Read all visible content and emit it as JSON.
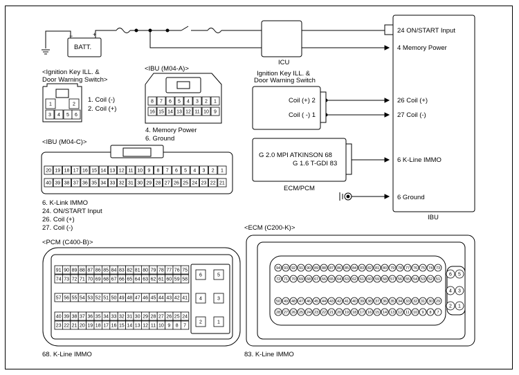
{
  "battery": {
    "label": "BATT."
  },
  "icu": {
    "label": "ICU"
  },
  "ibu": {
    "label": "IBU",
    "pins": [
      "24 ON/START Input",
      "4 Memory Power",
      "26 Coil (+)",
      "27 Coil (-)",
      "6 K-Line IMMO",
      "6 Ground"
    ]
  },
  "warning_switch": {
    "title_line1": "Ignition Key ILL. &",
    "title_line2": "Door Warning Switch",
    "pin_plus": "Coil (+) 2",
    "pin_minus": "Coil ( -) 1"
  },
  "ecm_pcm": {
    "line1": "G 2.0 MPI ATKINSON 68",
    "line2": "G 1.6 T-GDI 83",
    "label": "ECM/PCM"
  },
  "conn_switch": {
    "title_line1": "<Ignition Key ILL. &",
    "title_line2": "Door Warning Switch>",
    "pins": [
      "1",
      "2",
      "3",
      "4",
      "5",
      "6"
    ],
    "legend": [
      "1. Coil (-)",
      "2. Coil (+)"
    ]
  },
  "conn_ibu_a": {
    "title": "<IBU (M04-A)>",
    "row1": [
      "8",
      "7",
      "6",
      "5",
      "4",
      "3",
      "2",
      "1"
    ],
    "row2": [
      "16",
      "15",
      "14",
      "13",
      "12",
      "11",
      "10",
      "9"
    ],
    "legend": [
      "4. Memory Power",
      "6. Ground"
    ]
  },
  "conn_ibu_c": {
    "title": "<IBU (M04-C)>",
    "row1": [
      "20",
      "19",
      "18",
      "17",
      "16",
      "15",
      "14",
      "13",
      "12",
      "11",
      "10",
      "9",
      "8",
      "7",
      "6",
      "5",
      "4",
      "3",
      "2",
      "1"
    ],
    "row2": [
      "40",
      "39",
      "38",
      "37",
      "36",
      "35",
      "34",
      "33",
      "32",
      "31",
      "30",
      "29",
      "28",
      "27",
      "26",
      "25",
      "24",
      "23",
      "22",
      "21"
    ],
    "legend": [
      "6. K-Link IMMO",
      "24. ON/START Input",
      "26. Coil (+)",
      "27. Coil (-)"
    ]
  },
  "conn_pcm": {
    "title": "<PCM (C400-B)>",
    "rows": [
      [
        "91",
        "90",
        "89",
        "88",
        "87",
        "86",
        "85",
        "84",
        "83",
        "82",
        "81",
        "80",
        "79",
        "78",
        "77",
        "76",
        "75"
      ],
      [
        "74",
        "73",
        "72",
        "71",
        "70",
        "69",
        "68",
        "67",
        "66",
        "65",
        "64",
        "63",
        "62",
        "61",
        "60",
        "59",
        "58"
      ],
      [
        "57",
        "56",
        "55",
        "54",
        "53",
        "52",
        "51",
        "50",
        "49",
        "48",
        "47",
        "46",
        "45",
        "44",
        "43",
        "42",
        "41"
      ],
      [
        "40",
        "39",
        "38",
        "37",
        "36",
        "35",
        "34",
        "33",
        "32",
        "31",
        "30",
        "29",
        "28",
        "27",
        "26",
        "25",
        "24"
      ],
      [
        "23",
        "22",
        "21",
        "20",
        "19",
        "18",
        "17",
        "16",
        "15",
        "14",
        "13",
        "12",
        "11",
        "10",
        "9",
        "8",
        "7"
      ]
    ],
    "side_pins": [
      "6",
      "5",
      "4",
      "3",
      "2",
      "1"
    ],
    "legend": "68. K-Line IMMO"
  },
  "conn_ecm": {
    "title": "<ECM (C200-K)>",
    "rows": [
      [
        "94",
        "93",
        "92",
        "91",
        "90",
        "89",
        "88",
        "87",
        "86",
        "85",
        "84",
        "83",
        "82",
        "81",
        "80",
        "79",
        "78",
        "77",
        "76",
        "75",
        "74",
        "73"
      ],
      [
        "72",
        "71",
        "70",
        "69",
        "68",
        "67",
        "66",
        "65",
        "64",
        "63",
        "62",
        "61",
        "60",
        "59",
        "58",
        "57",
        "56",
        "55",
        "54",
        "53",
        "52",
        "51"
      ],
      [
        "50",
        "49",
        "48",
        "47",
        "46",
        "45",
        "44",
        "43",
        "42",
        "41",
        "40",
        "39",
        "38",
        "37",
        "36",
        "35",
        "34",
        "33",
        "32",
        "31",
        "30",
        "29"
      ],
      [
        "28",
        "27",
        "26",
        "25",
        "24",
        "23",
        "22",
        "21",
        "20",
        "19",
        "18",
        "17",
        "16",
        "15",
        "14",
        "13",
        "12",
        "11",
        "10",
        "9",
        "8",
        "7"
      ]
    ],
    "side_pins": [
      "6",
      "5",
      "4",
      "3",
      "2",
      "1"
    ],
    "legend": "83. K-Line IMMO"
  }
}
